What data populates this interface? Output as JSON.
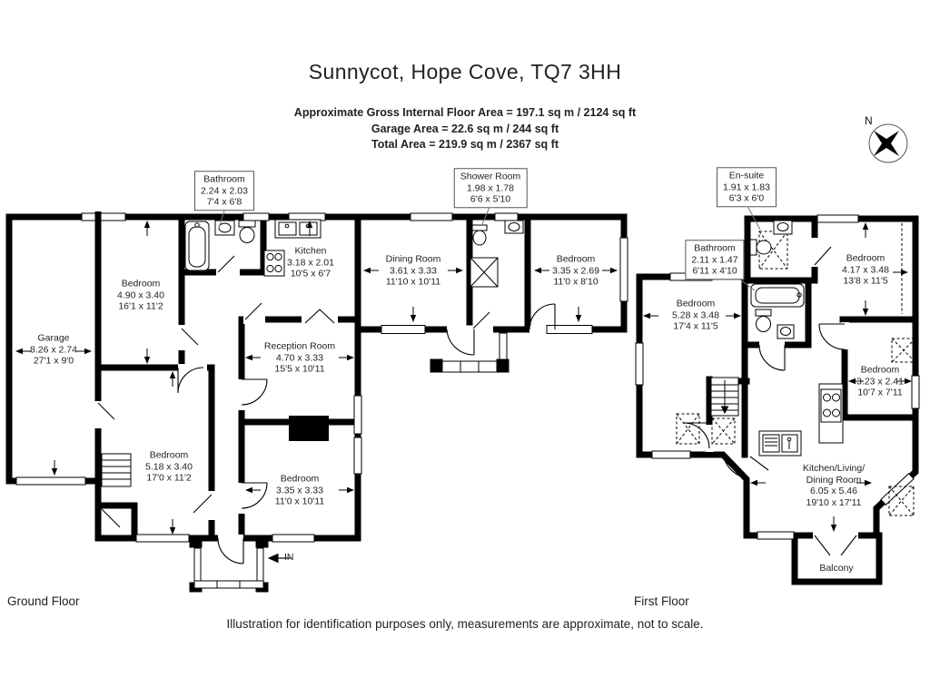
{
  "header": {
    "title": "Sunnycot, Hope Cove, TQ7 3HH",
    "area_line1": "Approximate Gross Internal Floor Area = 197.1 sq m / 2124 sq ft",
    "area_line2": "Garage Area = 22.6 sq m / 244 sq ft",
    "area_line3": "Total Area = 219.9 sq m / 2367 sq ft"
  },
  "compass": {
    "label": "N"
  },
  "ground_floor": {
    "floor_label": "Ground Floor",
    "entrance_label": "IN",
    "rooms": [
      {
        "name": "Garage",
        "metric": "8.26 x 2.74",
        "imperial": "27'1 x 9'0"
      },
      {
        "name": "Bedroom",
        "metric": "4.90 x 3.40",
        "imperial": "16'1 x 11'2"
      },
      {
        "name": "Bathroom",
        "metric": "2.24 x 2.03",
        "imperial": "7'4 x 6'8"
      },
      {
        "name": "Kitchen",
        "metric": "3.18 x 2.01",
        "imperial": "10'5 x 6'7"
      },
      {
        "name": "Dining Room",
        "metric": "3.61 x 3.33",
        "imperial": "11'10 x 10'11"
      },
      {
        "name": "Shower Room",
        "metric": "1.98 x 1.78",
        "imperial": "6'6 x 5'10"
      },
      {
        "name": "Bedroom",
        "metric": "3.35 x 2.69",
        "imperial": "11'0 x 8'10"
      },
      {
        "name": "Reception Room",
        "metric": "4.70 x 3.33",
        "imperial": "15'5 x 10'11"
      },
      {
        "name": "Bedroom",
        "metric": "5.18 x 3.40",
        "imperial": "17'0 x 11'2"
      },
      {
        "name": "Bedroom",
        "metric": "3.35 x 3.33",
        "imperial": "11'0 x 10'11"
      }
    ]
  },
  "first_floor": {
    "floor_label": "First Floor",
    "rooms": [
      {
        "name": "En-suite",
        "metric": "1.91 x 1.83",
        "imperial": "6'3 x 6'0"
      },
      {
        "name": "Bathroom",
        "metric": "2.11 x 1.47",
        "imperial": "6'11 x 4'10"
      },
      {
        "name": "Bedroom",
        "metric": "4.17 x 3.48",
        "imperial": "13'8 x 11'5"
      },
      {
        "name": "Bedroom",
        "metric": "5.28 x 3.48",
        "imperial": "17'4 x 11'5"
      },
      {
        "name": "Bedroom",
        "metric": "3.23 x 2.41",
        "imperial": "10'7 x 7'11"
      },
      {
        "name": "Kitchen/Living/",
        "name2": "Dining Room",
        "metric": "6.05 x 5.46",
        "imperial": "19'10 x 17'11"
      },
      {
        "name": "Balcony"
      }
    ]
  },
  "footer": {
    "disclaimer": "Illustration for identification purposes only, measurements are approximate, not to scale."
  },
  "colors": {
    "wall": "#000000",
    "background": "#ffffff"
  }
}
